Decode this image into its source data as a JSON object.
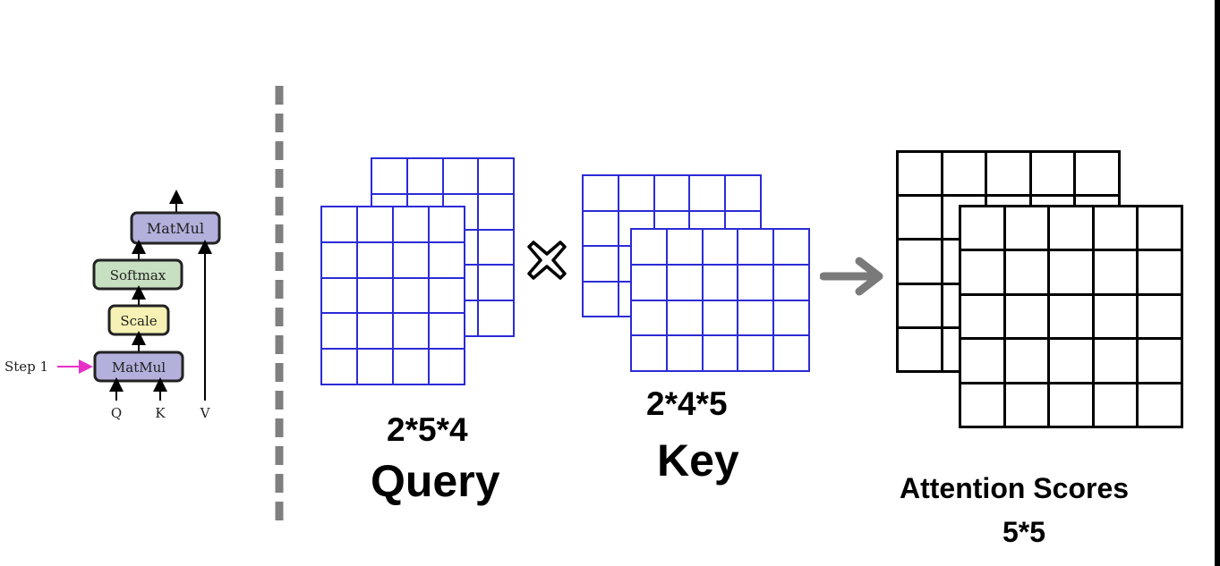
{
  "flowchart": {
    "step_label": "Step 1",
    "blocks": {
      "matmul_top": "MatMul",
      "softmax": "Softmax",
      "scale": "Scale",
      "matmul_bottom": "MatMul"
    },
    "inputs": {
      "q": "Q",
      "k": "K",
      "v": "V"
    },
    "colors": {
      "matmul": "#b3b0dc",
      "softmax": "#c8e0c2",
      "scale": "#f6f1b4",
      "step_arrow": "#e830c8"
    }
  },
  "query": {
    "dims": "2*5*4",
    "name": "Query",
    "rows": 5,
    "cols": 4
  },
  "key": {
    "dims": "2*4*5",
    "name": "Key",
    "rows": 4,
    "cols": 5
  },
  "result": {
    "name": "Attention Scores",
    "dims": "5*5",
    "rows": 5,
    "cols": 5
  },
  "operator": {
    "multiply_icon": "times-icon",
    "result_icon": "arrow-right-icon"
  },
  "colors": {
    "input_grid": "#2b2bd6",
    "output_grid": "#000000",
    "arrow": "#7a7a7a",
    "divider": "#7f7f7f"
  }
}
